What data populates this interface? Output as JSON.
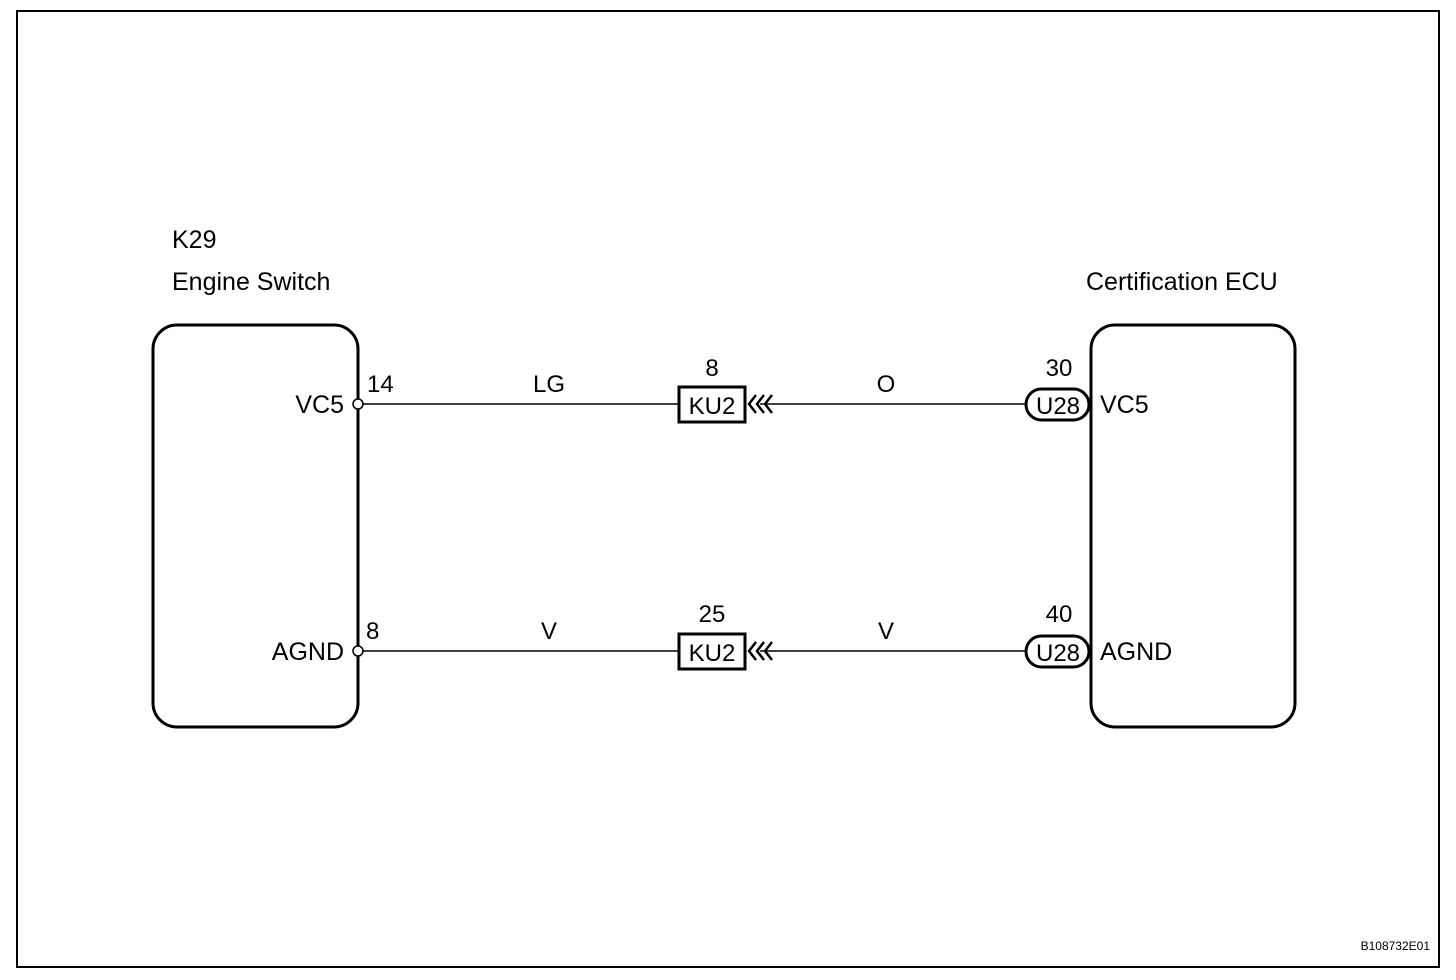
{
  "diagram": {
    "figure_id": "B108732E01",
    "engine_switch": {
      "connector": "K29",
      "name": "Engine Switch",
      "pins": [
        {
          "signal": "VC5",
          "pin": "14"
        },
        {
          "signal": "AGND",
          "pin": "8"
        }
      ]
    },
    "certification_ecu": {
      "name": "Certification ECU",
      "pins": [
        {
          "signal": "VC5",
          "connector": "U28",
          "pin": "30"
        },
        {
          "signal": "AGND",
          "connector": "U28",
          "pin": "40"
        }
      ]
    },
    "junctions": [
      {
        "connector": "KU2",
        "pin": "8"
      },
      {
        "connector": "KU2",
        "pin": "25"
      }
    ],
    "wires": [
      {
        "left_color": "LG",
        "right_color": "O"
      },
      {
        "left_color": "V",
        "right_color": "V"
      }
    ]
  }
}
